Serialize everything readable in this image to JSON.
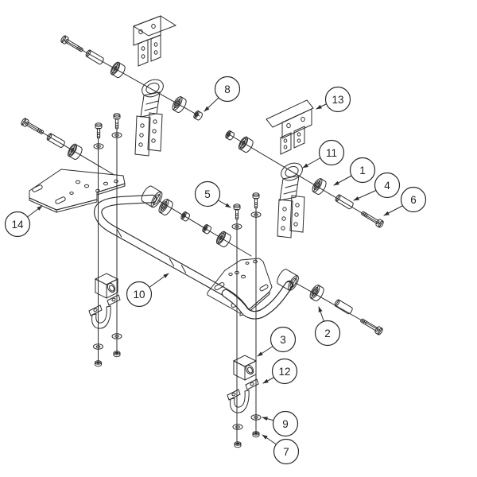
{
  "diagram": {
    "type": "exploded-parts-diagram",
    "background": "#ffffff",
    "line_color": "#2b2b2b",
    "callouts": [
      {
        "label": "1"
      },
      {
        "label": "2"
      },
      {
        "label": "3"
      },
      {
        "label": "4"
      },
      {
        "label": "5"
      },
      {
        "label": "6"
      },
      {
        "label": "7"
      },
      {
        "label": "8"
      },
      {
        "label": "9"
      },
      {
        "label": "10"
      },
      {
        "label": "11"
      },
      {
        "label": "12"
      },
      {
        "label": "13"
      },
      {
        "label": "14"
      }
    ]
  }
}
